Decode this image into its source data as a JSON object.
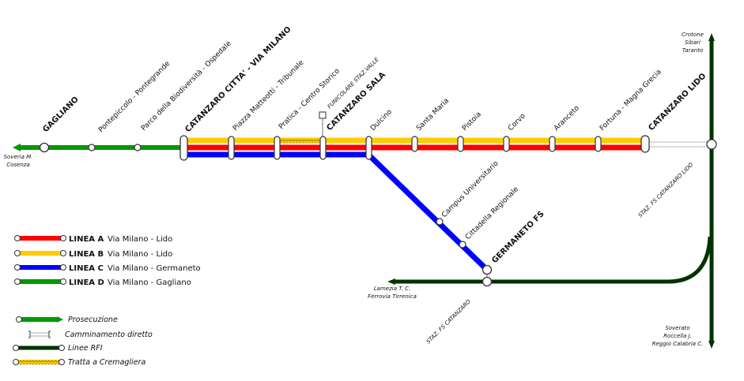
{
  "colors": {
    "line_a": "#ff0000",
    "line_b": "#ffcc00",
    "line_c": "#0000ff",
    "line_d": "#009900",
    "rfi": "#003300"
  },
  "stations": {
    "gagliano": "GAGLIANO",
    "pontepiccolo": "Pontepiccolo - Pontegrande",
    "parco": "Parco della Biodiversità - Ospedale",
    "via_milano": "CATANZARO CITTA' - VIA MILANO",
    "matteotti": "Piazza Matteotti - Tribunale",
    "pratica": "Pratica - Centro Storico",
    "sala": "CATANZARO SALA",
    "funicolare": "FUNICOLARE STAZ.VALLE",
    "dulcino": "Dulcino",
    "santa_maria": "Santa Maria",
    "pistoia": "Pistoia",
    "corvo": "Corvo",
    "aranceto": "Aranceto",
    "fortuna": "Fortuna - Magna Grecia",
    "lido": "CATANZARO LIDO",
    "campus": "Campus Universitario",
    "cittadella": "Cittadella Regionale",
    "germaneto": "GERMANETO FS",
    "staz_fs_catanzaro": "STAZ. FS CATANZARO",
    "staz_fs_lido": "STAZ. FS CATANZARO LIDO"
  },
  "destinations": {
    "soveria": [
      "Soveria M.",
      "Cosenza"
    ],
    "crotone": [
      "Crotone",
      "Sibari",
      "Taranto"
    ],
    "soverato": [
      "Soverato",
      "Roccella J.",
      "Reggio Calabria C."
    ],
    "lamezia": [
      "Lamezia T. C.",
      "Ferrovia Tirrenica"
    ]
  },
  "legend": {
    "lines": [
      {
        "name": "LINEA A",
        "route": "Via Milano - Lido",
        "color": "#ff0000"
      },
      {
        "name": "LINEA B",
        "route": "Via Milano - Lido",
        "color": "#ffcc00"
      },
      {
        "name": "LINEA C",
        "route": "Via Milano - Germaneto",
        "color": "#0000ff"
      },
      {
        "name": "LINEA D",
        "route": "Via Milano - Gagliano",
        "color": "#009900"
      }
    ],
    "symbols": {
      "prosecuzione": "Prosecuzione",
      "camminamento": "Camminamento diretto",
      "rfi": "Linee RFI",
      "cremagliera": "Tratta a Cremagliera"
    }
  }
}
